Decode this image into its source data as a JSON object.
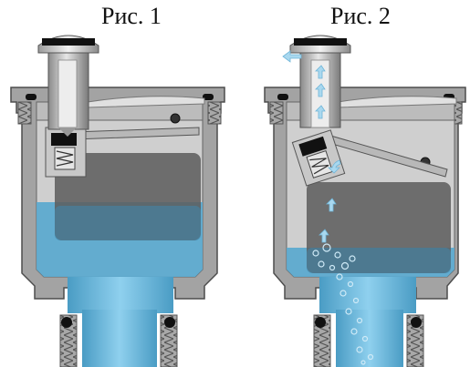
{
  "figures": [
    {
      "id": "fig1",
      "title": "Рис. 1"
    },
    {
      "id": "fig2",
      "title": "Рис. 2"
    }
  ],
  "colors": {
    "body_gray": "#9a9a9a",
    "body_outline": "#555555",
    "steel": "#c4c4c4",
    "steel_dark": "#7e7e7e",
    "float_dark": "#5a5a5a",
    "water": "#55a7cd",
    "water_light": "#7ec3e3",
    "air_arrow": "#a6d6ee",
    "seal_black": "#111111"
  }
}
